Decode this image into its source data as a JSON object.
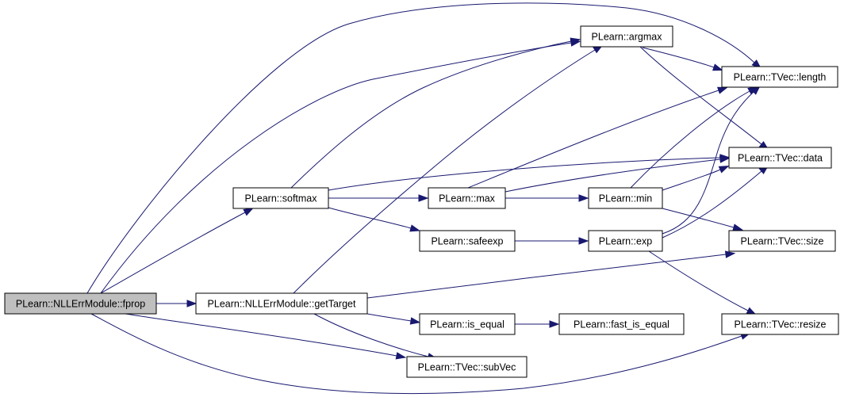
{
  "diagram": {
    "colors": {
      "node_fill": "#ffffff",
      "root_fill": "#bfbfbf",
      "node_stroke": "#000000",
      "edge": "#191970"
    },
    "nodes": [
      {
        "id": "fprop",
        "label": "PLearn::NLLErrModule::fprop",
        "root": true
      },
      {
        "id": "softmax",
        "label": "PLearn::softmax"
      },
      {
        "id": "getTarget",
        "label": "PLearn::NLLErrModule::getTarget"
      },
      {
        "id": "max",
        "label": "PLearn::max"
      },
      {
        "id": "safeexp",
        "label": "PLearn::safeexp"
      },
      {
        "id": "argmax",
        "label": "PLearn::argmax"
      },
      {
        "id": "is_equal",
        "label": "PLearn::is_equal"
      },
      {
        "id": "subVec",
        "label": "PLearn::TVec::subVec"
      },
      {
        "id": "min",
        "label": "PLearn::min"
      },
      {
        "id": "exp",
        "label": "PLearn::exp"
      },
      {
        "id": "fast_is_equal",
        "label": "PLearn::fast_is_equal"
      },
      {
        "id": "length",
        "label": "PLearn::TVec::length"
      },
      {
        "id": "data",
        "label": "PLearn::TVec::data"
      },
      {
        "id": "size",
        "label": "PLearn::TVec::size"
      },
      {
        "id": "resize",
        "label": "PLearn::TVec::resize"
      }
    ],
    "edges": [
      {
        "from": "fprop",
        "to": "softmax"
      },
      {
        "from": "fprop",
        "to": "getTarget"
      },
      {
        "from": "fprop",
        "to": "subVec"
      },
      {
        "from": "fprop",
        "to": "length"
      },
      {
        "from": "fprop",
        "to": "argmax"
      },
      {
        "from": "fprop",
        "to": "resize"
      },
      {
        "from": "softmax",
        "to": "max"
      },
      {
        "from": "softmax",
        "to": "safeexp"
      },
      {
        "from": "softmax",
        "to": "length"
      },
      {
        "from": "softmax",
        "to": "data"
      },
      {
        "from": "getTarget",
        "to": "argmax"
      },
      {
        "from": "getTarget",
        "to": "is_equal"
      },
      {
        "from": "getTarget",
        "to": "subVec"
      },
      {
        "from": "getTarget",
        "to": "size"
      },
      {
        "from": "max",
        "to": "min"
      },
      {
        "from": "max",
        "to": "length"
      },
      {
        "from": "max",
        "to": "data"
      },
      {
        "from": "safeexp",
        "to": "exp"
      },
      {
        "from": "argmax",
        "to": "length"
      },
      {
        "from": "argmax",
        "to": "data"
      },
      {
        "from": "is_equal",
        "to": "fast_is_equal"
      },
      {
        "from": "min",
        "to": "length"
      },
      {
        "from": "min",
        "to": "data"
      },
      {
        "from": "min",
        "to": "size"
      },
      {
        "from": "exp",
        "to": "length"
      },
      {
        "from": "exp",
        "to": "data"
      },
      {
        "from": "exp",
        "to": "resize"
      }
    ]
  }
}
